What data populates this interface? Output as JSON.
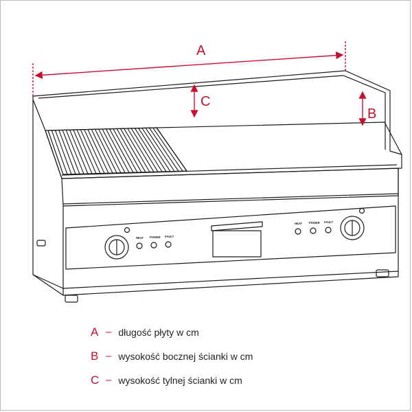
{
  "dimensions": {
    "a_letter": "A",
    "b_letter": "B",
    "c_letter": "C"
  },
  "panel": {
    "left_labels": [
      "HEAT",
      "POWER",
      "FAULT"
    ],
    "right_labels": [
      "HEAT",
      "POWER",
      "FAULT"
    ]
  },
  "legend": [
    {
      "key": "A",
      "dash": "–",
      "text": "długość płyty w cm"
    },
    {
      "key": "B",
      "dash": "–",
      "text": "wysokość bocznej ścianki w cm"
    },
    {
      "key": "C",
      "dash": "–",
      "text": "wysokość tylnej ścianki w cm"
    }
  ],
  "colors": {
    "accent": "#c8102e",
    "line": "#1a1a1a"
  }
}
